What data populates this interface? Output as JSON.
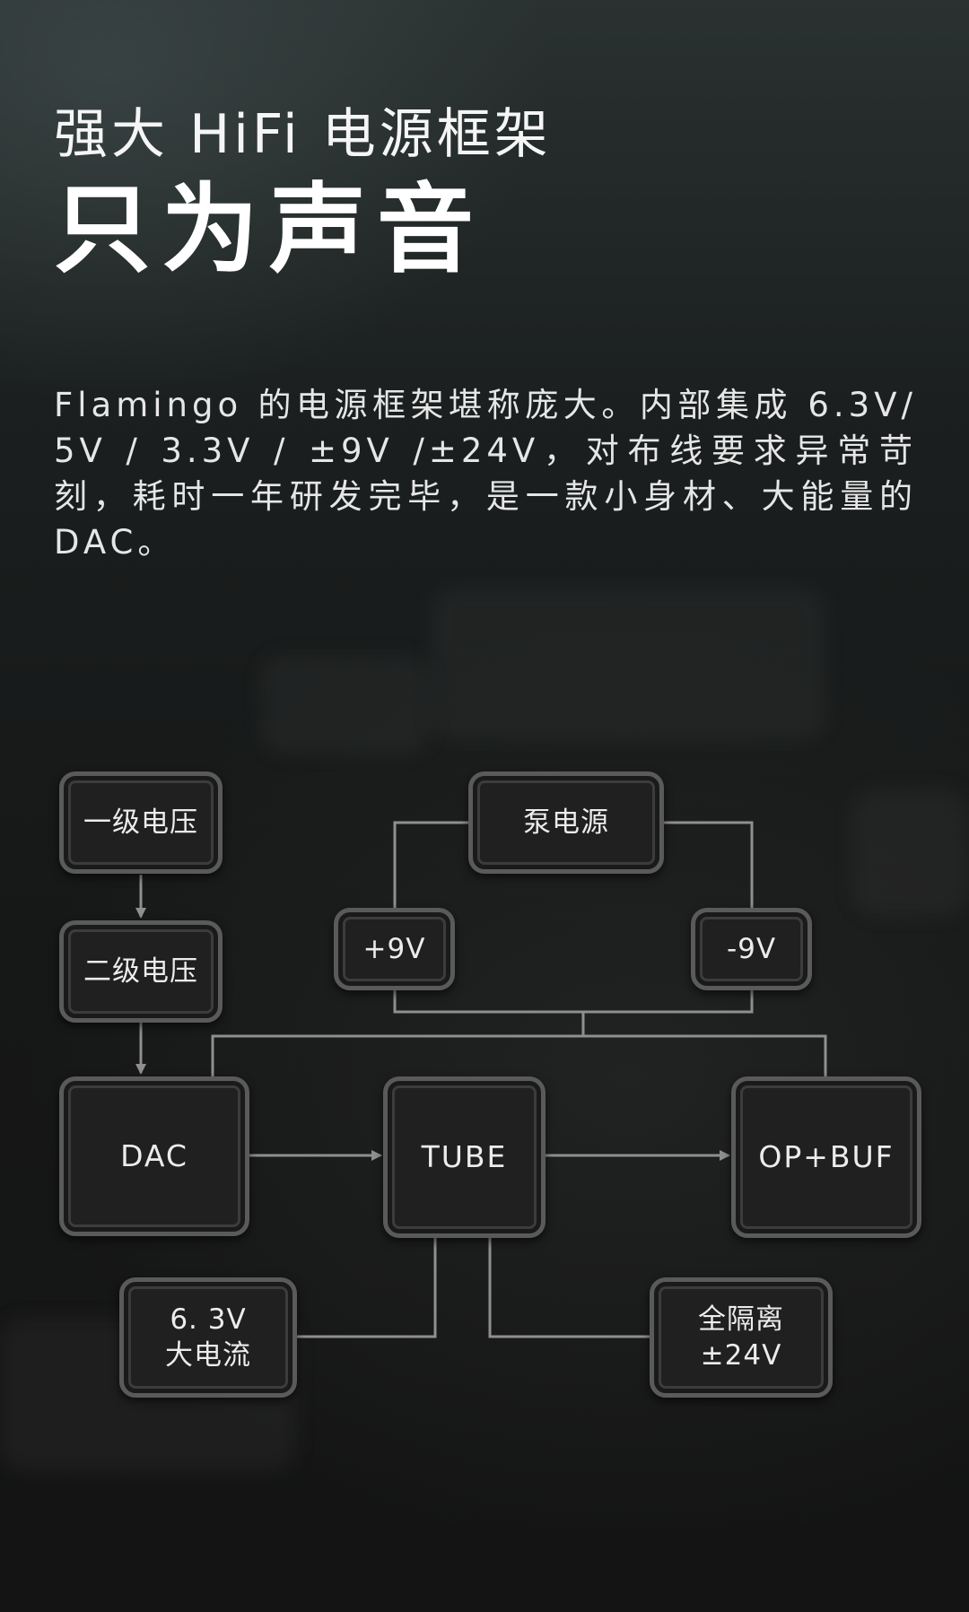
{
  "header": {
    "subtitle": "强大 HiFi 电源框架",
    "title": "只为声音"
  },
  "description": "Flamingo 的电源框架堪称庞大。内部集成 6.3V/ 5V / 3.3V / ±9V /±24V，对布线要求异常苛刻，耗时一年研发完毕，是一款小身材、大能量的 DAC。",
  "diagram": {
    "nodes": {
      "primary_voltage": "一级电压",
      "secondary_voltage": "二级电压",
      "pump_power": "泵电源",
      "plus_9v": "+9V",
      "minus_9v": "-9V",
      "dac": "DAC",
      "tube": "TUBE",
      "op_buf": "OP+BUF",
      "v63_high_current": "6. 3V\n大电流",
      "isolated_24v": "全隔离\n±24V"
    }
  },
  "colors": {
    "line": "#8f8f8f",
    "node_border": "#5a5a5a",
    "node_fill": "#202020"
  }
}
